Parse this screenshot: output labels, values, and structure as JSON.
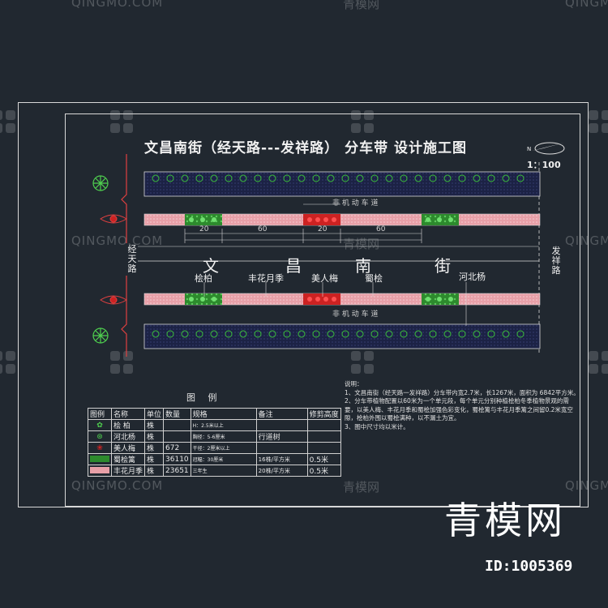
{
  "title": "文昌南街（经天路---发祥路） 分车带 设计施工图",
  "scale": "1：100",
  "watermark": {
    "text": "QINGMO.COM",
    "cn": "青模网"
  },
  "roads": {
    "west": [
      "经",
      "天",
      "路"
    ],
    "east": [
      "发",
      "祥",
      "路"
    ],
    "street": [
      "文",
      "昌",
      "南",
      "街"
    ],
    "lane_upper": "非 机 动 车 道",
    "lane_lower": "非 机 动 车 道"
  },
  "dims": [
    "20",
    "60",
    "20",
    "60"
  ],
  "plant_labels": [
    "桧柏",
    "丰花月季",
    "美人梅",
    "蜀桧",
    "河北杨"
  ],
  "legend": {
    "title": "图 例",
    "headers": [
      "图例",
      "名称",
      "单位",
      "数量",
      "规格",
      "备注",
      "修剪高度"
    ],
    "rows": [
      {
        "name": "桧 柏",
        "unit": "株",
        "qty": "",
        "spec": "H：2.5米以上",
        "note": "",
        "trim": ""
      },
      {
        "name": "河北杨",
        "unit": "株",
        "qty": "",
        "spec": "胸径：5-6厘米",
        "note": "行道树",
        "trim": ""
      },
      {
        "name": "美人梅",
        "unit": "株",
        "qty": "672",
        "spec": "干径：2厘米以上",
        "note": "",
        "trim": ""
      },
      {
        "name": "蜀桧篱",
        "unit": "株",
        "qty": "36110",
        "spec": "冠幅：30厘米",
        "note": "16株/平方米",
        "trim": "0.5米"
      },
      {
        "name": "丰花月季",
        "unit": "株",
        "qty": "23651",
        "spec": "三年生",
        "note": "20株/平方米",
        "trim": "0.5米"
      }
    ]
  },
  "notes": {
    "heading": "说明：",
    "items": [
      "1、文昌南街（经天路一发祥路）分车带内宽2.7米，长1267米，面积为 6842平方米。",
      "2、分车带植物配置以60米为一个单元段，每个单元分别种植桧柏冬季植物景观的需要，以美人梅、丰花月季和蜀桧加强色彩变化，蜀桧篱与丰花月季篱之间留0.2米宽空隙，桧柏外围以蜀桧满种，以不漏土为宜。",
      "3、图中尺寸均以米计。"
    ]
  },
  "brand": "青模网",
  "id_label": "ID:1005369",
  "colors": {
    "background": "#212830",
    "lane": "#1c2245",
    "hedge_green": "#2d8a2d",
    "rose_pink": "#e8a0a8",
    "plum_red": "#cc2222",
    "tree_green": "#3bbf3b",
    "line": "#d8d8d8"
  }
}
